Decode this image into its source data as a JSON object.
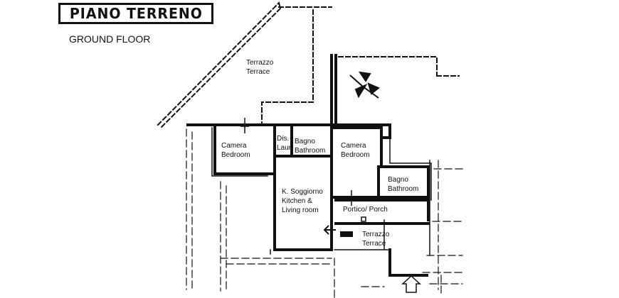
{
  "title": "PIANO TERRENO",
  "subtitle": "GROUND FLOOR",
  "rooms": {
    "terrace_top": {
      "name_it": "Terrazzo",
      "name_en": "Terrace"
    },
    "bedroom_left": {
      "name_it": "Camera",
      "name_en": "Bedroom"
    },
    "dis_laun": {
      "name_it": "Dis.",
      "name_en": "Laun"
    },
    "bathroom_mid": {
      "name_it": "Bagno",
      "name_en": "Bathroom"
    },
    "bedroom_right": {
      "name_it": "Camera",
      "name_en": "Bedroom"
    },
    "bathroom_right": {
      "name_it": "Bagno",
      "name_en": "Bathroom"
    },
    "kitchen_living": {
      "line1": "K. Soggiorno",
      "line2": "Kitchen &",
      "line3": "Living room"
    },
    "porch": {
      "name": "Portico/ Porch"
    },
    "terrace_bottom": {
      "name_it": "Terrazzo",
      "name_en": "Terrace"
    }
  },
  "icons": [
    "compass-rose-icon",
    "entrance-arrow-icon",
    "exit-arrow-icon"
  ]
}
